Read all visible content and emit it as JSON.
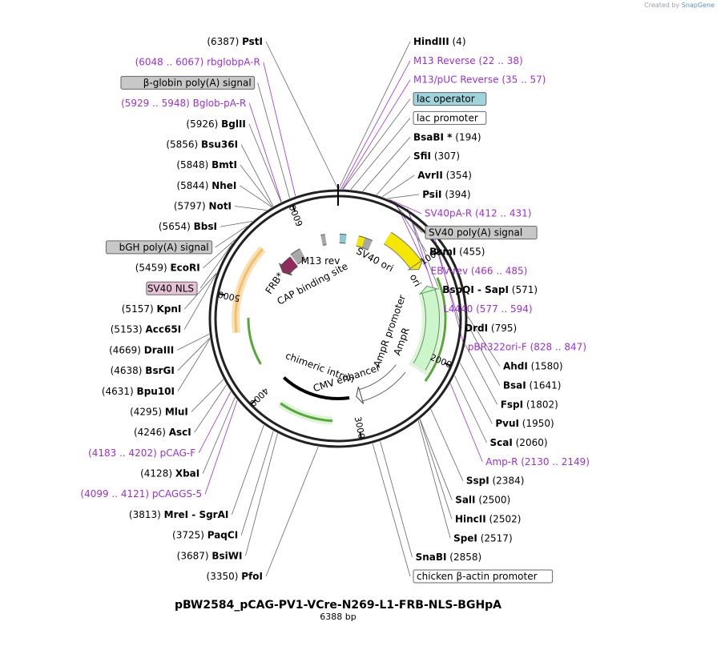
{
  "branding": {
    "created_by": "Created by",
    "app": "SnapGene"
  },
  "plasmid": {
    "name": "pBW2584_pCAG-PV1-VCre-N269-L1-FRB-NLS-BGHpA",
    "size_label": "6388 bp",
    "total_bp": 6388
  },
  "ticks": [
    {
      "bp": 1000,
      "text": "1000"
    },
    {
      "bp": 2000,
      "text": "2000"
    },
    {
      "bp": 3000,
      "text": "3000"
    },
    {
      "bp": 4000,
      "text": "4000"
    },
    {
      "bp": 5000,
      "text": "5000"
    },
    {
      "bp": 6000,
      "text": "6000"
    }
  ],
  "labels": [
    {
      "side": "r",
      "bp": 4,
      "name": "HindIII",
      "pos": "(4)",
      "kind": "enzyme"
    },
    {
      "side": "r",
      "bp": 22,
      "name": "M13 Reverse",
      "pos": "(22 .. 38)",
      "kind": "primer"
    },
    {
      "side": "r",
      "bp": 40,
      "name": "lac operator",
      "kind": "box",
      "fill": "#9fd4dc"
    },
    {
      "side": "r",
      "bp": 35,
      "name": "M13/pUC Reverse",
      "pos": "(35 .. 57)",
      "kind": "primer"
    },
    {
      "side": "r",
      "bp": 100,
      "name": "lac promoter",
      "kind": "box",
      "fill": "#ffffff"
    },
    {
      "side": "r",
      "bp": 194,
      "name": "BsaBI *",
      "pos": "(194)",
      "kind": "enzyme"
    },
    {
      "side": "r",
      "bp": 307,
      "name": "SfiI",
      "pos": "(307)",
      "kind": "enzyme"
    },
    {
      "side": "r",
      "bp": 354,
      "name": "AvrII",
      "pos": "(354)",
      "kind": "enzyme"
    },
    {
      "side": "r",
      "bp": 394,
      "name": "PsiI",
      "pos": "(394)",
      "kind": "enzyme"
    },
    {
      "side": "r",
      "bp": 412,
      "name": "SV40pA-R",
      "pos": "(412 .. 431)",
      "kind": "primer"
    },
    {
      "side": "r",
      "bp": 420,
      "name": "SV40 poly(A) signal",
      "kind": "box",
      "fill": "#c8c8c8"
    },
    {
      "side": "r",
      "bp": 455,
      "name": "BsmI",
      "pos": "(455)",
      "kind": "enzyme"
    },
    {
      "side": "r",
      "bp": 466,
      "name": "EBV-rev",
      "pos": "(466 .. 485)",
      "kind": "primer"
    },
    {
      "side": "r",
      "bp": 571,
      "name": "BspQI - SapI",
      "pos": "(571)",
      "kind": "enzyme"
    },
    {
      "side": "r",
      "bp": 577,
      "name": "L4440",
      "pos": "(577 .. 594)",
      "kind": "primer"
    },
    {
      "side": "r",
      "bp": 795,
      "name": "DrdI",
      "pos": "(795)",
      "kind": "enzyme"
    },
    {
      "side": "r",
      "bp": 828,
      "name": "pBR322ori-F",
      "pos": "(828 .. 847)",
      "kind": "primer"
    },
    {
      "side": "r",
      "bp": 1580,
      "name": "AhdI",
      "pos": "(1580)",
      "kind": "enzyme"
    },
    {
      "side": "r",
      "bp": 1641,
      "name": "BsaI",
      "pos": "(1641)",
      "kind": "enzyme"
    },
    {
      "side": "r",
      "bp": 1802,
      "name": "FspI",
      "pos": "(1802)",
      "kind": "enzyme"
    },
    {
      "side": "r",
      "bp": 1950,
      "name": "PvuI",
      "pos": "(1950)",
      "kind": "enzyme"
    },
    {
      "side": "r",
      "bp": 2060,
      "name": "ScaI",
      "pos": "(2060)",
      "kind": "enzyme"
    },
    {
      "side": "r",
      "bp": 2130,
      "name": "Amp-R",
      "pos": "(2130 .. 2149)",
      "kind": "primer"
    },
    {
      "side": "r",
      "bp": 2384,
      "name": "SspI",
      "pos": "(2384)",
      "kind": "enzyme"
    },
    {
      "side": "r",
      "bp": 2500,
      "name": "SalI",
      "pos": "(2500)",
      "kind": "enzyme"
    },
    {
      "side": "r",
      "bp": 2502,
      "name": "HincII",
      "pos": "(2502)",
      "kind": "enzyme"
    },
    {
      "side": "r",
      "bp": 2517,
      "name": "SpeI",
      "pos": "(2517)",
      "kind": "enzyme"
    },
    {
      "side": "r",
      "bp": 2858,
      "name": "SnaBI",
      "pos": "(2858)",
      "kind": "enzyme"
    },
    {
      "side": "r",
      "bp": 2920,
      "name": "chicken β-actin promoter",
      "kind": "box",
      "fill": "#ffffff"
    },
    {
      "side": "l",
      "bp": 3350,
      "name": "PfoI",
      "pos": "(3350)",
      "kind": "enzyme"
    },
    {
      "side": "l",
      "bp": 3687,
      "name": "BsiWI",
      "pos": "(3687)",
      "kind": "enzyme"
    },
    {
      "side": "l",
      "bp": 3725,
      "name": "PaqCI",
      "pos": "(3725)",
      "kind": "enzyme"
    },
    {
      "side": "l",
      "bp": 3813,
      "name": "MreI - SgrAI",
      "pos": "(3813)",
      "kind": "enzyme"
    },
    {
      "side": "l",
      "bp": 4099,
      "name": "pCAGGS-5",
      "pos": "(4099 .. 4121)",
      "kind": "primer"
    },
    {
      "side": "l",
      "bp": 4128,
      "name": "XbaI",
      "pos": "(4128)",
      "kind": "enzyme"
    },
    {
      "side": "l",
      "bp": 4183,
      "name": "pCAG-F",
      "pos": "(4183 .. 4202)",
      "kind": "primer"
    },
    {
      "side": "l",
      "bp": 4246,
      "name": "AscI",
      "pos": "(4246)",
      "kind": "enzyme"
    },
    {
      "side": "l",
      "bp": 4295,
      "name": "MluI",
      "pos": "(4295)",
      "kind": "enzyme"
    },
    {
      "side": "l",
      "bp": 4631,
      "name": "Bpu10I",
      "pos": "(4631)",
      "kind": "enzyme"
    },
    {
      "side": "l",
      "bp": 4638,
      "name": "BsrGI",
      "pos": "(4638)",
      "kind": "enzyme"
    },
    {
      "side": "l",
      "bp": 4669,
      "name": "DraIII",
      "pos": "(4669)",
      "kind": "enzyme"
    },
    {
      "side": "l",
      "bp": 5153,
      "name": "Acc65I",
      "pos": "(5153)",
      "kind": "enzyme"
    },
    {
      "side": "l",
      "bp": 5157,
      "name": "KpnI",
      "pos": "(5157)",
      "kind": "enzyme"
    },
    {
      "side": "l",
      "bp": 5420,
      "name": "SV40 NLS",
      "kind": "box",
      "fill": "#e7c2d6"
    },
    {
      "side": "l",
      "bp": 5459,
      "name": "EcoRI",
      "pos": "(5459)",
      "kind": "enzyme"
    },
    {
      "side": "l",
      "bp": 5600,
      "name": "bGH poly(A) signal",
      "kind": "box",
      "fill": "#c8c8c8"
    },
    {
      "side": "l",
      "bp": 5654,
      "name": "BbsI",
      "pos": "(5654)",
      "kind": "enzyme"
    },
    {
      "side": "l",
      "bp": 5797,
      "name": "NotI",
      "pos": "(5797)",
      "kind": "enzyme"
    },
    {
      "side": "l",
      "bp": 5844,
      "name": "NheI",
      "pos": "(5844)",
      "kind": "enzyme"
    },
    {
      "side": "l",
      "bp": 5848,
      "name": "BmtI",
      "pos": "(5848)",
      "kind": "enzyme"
    },
    {
      "side": "l",
      "bp": 5856,
      "name": "Bsu36I",
      "pos": "(5856)",
      "kind": "enzyme"
    },
    {
      "side": "l",
      "bp": 5926,
      "name": "BglII",
      "pos": "(5926)",
      "kind": "enzyme"
    },
    {
      "side": "l",
      "bp": 5929,
      "name": "Bglob-pA-R",
      "pos": "(5929 .. 5948)",
      "kind": "primer"
    },
    {
      "side": "l",
      "bp": 6000,
      "name": "β-globin poly(A) signal",
      "kind": "box",
      "fill": "#c8c8c8"
    },
    {
      "side": "l",
      "bp": 6048,
      "name": "rbglobpA-R",
      "pos": "(6048 .. 6067)",
      "kind": "primer"
    },
    {
      "side": "l",
      "bp": 6387,
      "name": "PstI",
      "pos": "(6387)",
      "kind": "enzyme"
    }
  ],
  "inner_labels": [
    {
      "text": "M13 rev",
      "rot": 0
    },
    {
      "text": "SV40 ori",
      "rot": 28
    },
    {
      "text": "CAP binding site",
      "rot": -28
    },
    {
      "text": "FRB*",
      "rot": -55
    },
    {
      "text": "ori",
      "rot": 62
    },
    {
      "text": "AmpR promoter",
      "rot": -70
    },
    {
      "text": "AmpR",
      "rot": -70
    },
    {
      "text": "chimeric intron",
      "rot": 20
    },
    {
      "text": "CMV enhancer",
      "rot": -18
    }
  ],
  "colors": {
    "primer": "#9b30d6",
    "ori": "#f5e700",
    "ampr": "#ccf5cc",
    "ampr_stroke": "#4aa83a",
    "frb": "#922a5e",
    "sv40pa": "#a8a8a8",
    "cag": "#f0c070",
    "green_arrow": "#57a83a",
    "enhancer": "#ffffff"
  }
}
